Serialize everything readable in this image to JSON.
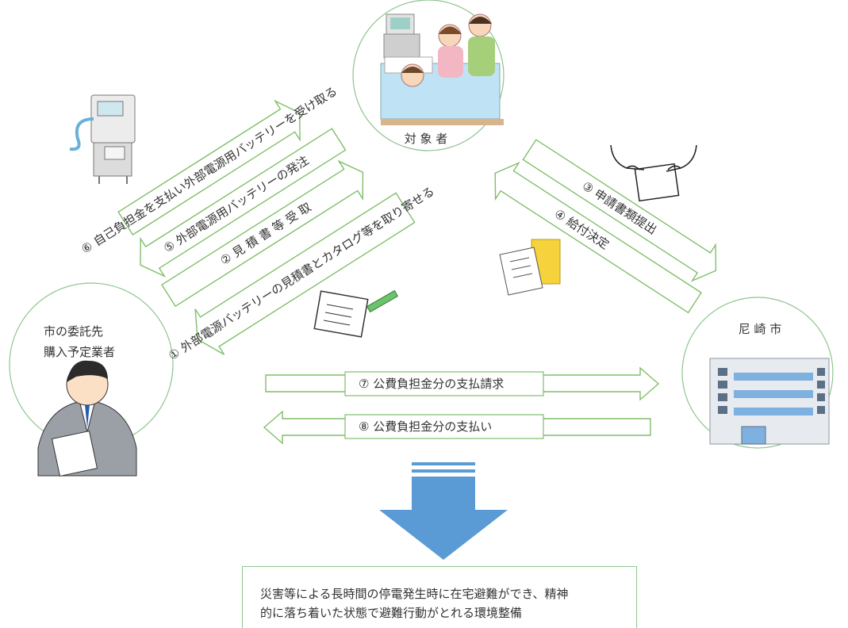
{
  "nodes": {
    "target": "対 象 者",
    "vendor_line1": "市の委託先",
    "vendor_line2": "購入予定業者",
    "city": "尼 崎 市"
  },
  "flows": {
    "f1": "① 外部電源バッテリーの見積書とカタログ等を取り寄せる",
    "f2": "② 見 積 書 等 受 取",
    "f3": "③ 申請書類提出",
    "f4": "④ 給付決定",
    "f5": "⑤ 外部電源用バッテリーの発注",
    "f6": "⑥ 自己負担金を支払い外部電源用バッテリーを受け取る",
    "f7": "⑦ 公費負担金分の支払請求",
    "f8": "⑧ 公費負担金分の支払い"
  },
  "result": {
    "line1": "災害等による長時間の停電発生時に在宅避難ができ、精神",
    "line2": "的に落ち着いた状態で避難行動がとれる環境整備"
  },
  "colors": {
    "arrow_outline": "#7fbf6a",
    "circle_outline": "#8fc58f",
    "big_arrow": "#5b9bd5",
    "folder": "#f6d23c"
  },
  "icons": [
    "ventilator-icon",
    "family-bedside-icon",
    "document-signing-icon",
    "envelope-documents-icon",
    "writing-pen-icon",
    "businessman-icon",
    "city-hall-building-icon"
  ]
}
